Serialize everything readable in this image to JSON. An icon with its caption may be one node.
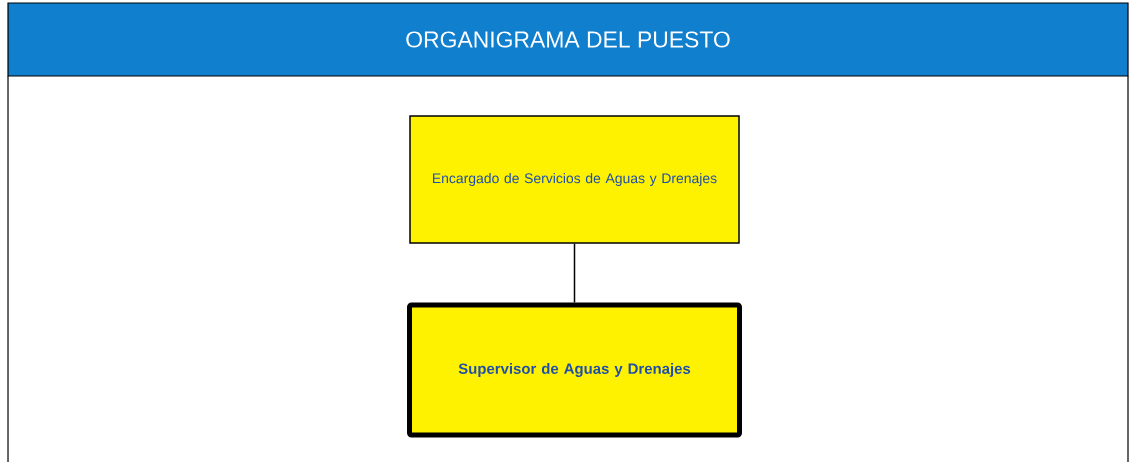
{
  "diagram": {
    "title": "ORGANIGRAMA DEL PUESTO",
    "nodes": [
      {
        "text": [
          "Encargado de Servicios de Aguas y Drenajes"
        ]
      },
      {
        "text": [
          "Supervisor de Aguas y Drenajes"
        ]
      }
    ],
    "edges": [
      {
        "from": 0,
        "to": 1,
        "arrow": "none"
      }
    ]
  }
}
